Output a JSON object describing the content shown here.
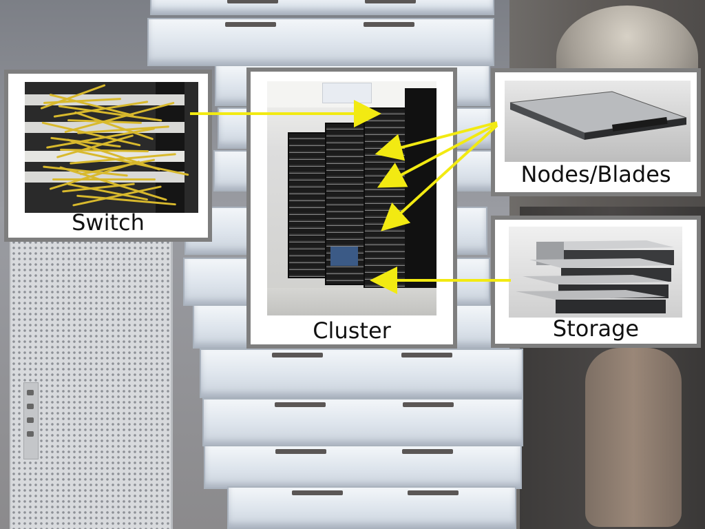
{
  "labels": {
    "switch": "Switch",
    "cluster": "Cluster",
    "nodes": "Nodes/Blades",
    "storage": "Storage"
  },
  "images": {
    "switch": "network switch with yellow fiber cables",
    "cluster": "server racks",
    "nodes": "1U rack server",
    "storage": "stacked storage servers"
  },
  "colors": {
    "arrow": "#f2ea12",
    "frame_border": "#7e7e7e",
    "frame_fill": "#ffffff"
  },
  "connections": [
    {
      "from": "switch",
      "to": "cluster"
    },
    {
      "from": "nodes",
      "to": "cluster"
    },
    {
      "from": "nodes",
      "to": "cluster"
    },
    {
      "from": "nodes",
      "to": "cluster"
    },
    {
      "from": "storage",
      "to": "cluster"
    }
  ]
}
